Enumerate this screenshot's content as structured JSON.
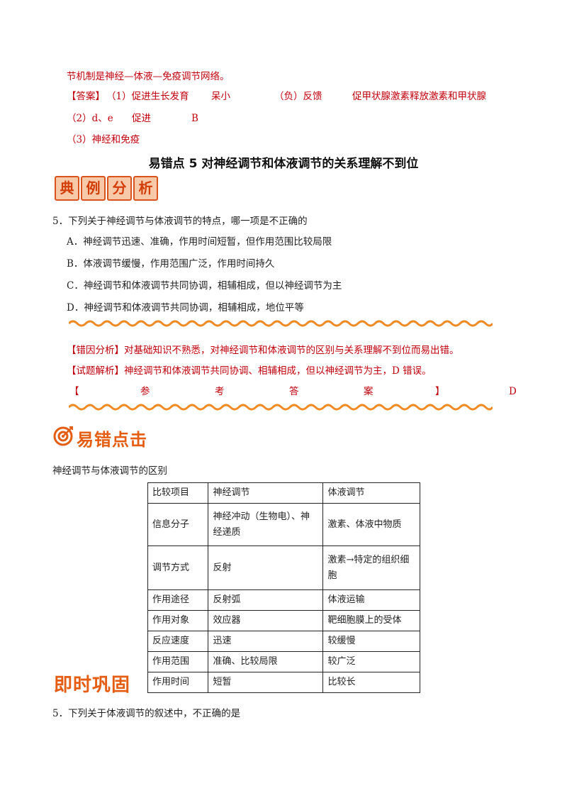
{
  "top": {
    "line1": "节机制是神经—体液—免疫调节网络。",
    "answer_label": "【答案】",
    "answer_1": "（1）促进生长发育",
    "answer_1b": "呆小",
    "answer_1c": "（负）反馈",
    "answer_1d": "促甲状腺激素释放激素和甲状腺",
    "answer_2": "（2）d、e",
    "answer_2b": "促进",
    "answer_2c": "B",
    "answer_3": "（3）神经和免疫"
  },
  "section_title": "易错点 5  对神经调节和体液调节的关系理解不到位",
  "stamps": [
    "典",
    "例",
    "分",
    "析"
  ],
  "question": {
    "stem": "5．下列关于神经调节与体液调节的特点，哪一项是不正确的",
    "options": [
      "A．神经调节迅速、准确，作用时间短暂，但作用范围比较局限",
      "B．体液调节缓慢，作用范围广泛，作用时间持久",
      "C．神经调节和体液调节共同协调，相辅相成，但以神经调节为主",
      "D．神经调节和体液调节共同协调，相辅相成，地位平等"
    ]
  },
  "analysis": {
    "error_cause": "【错因分析】对基础知识不熟悉，对神经调节和体液调节的区别与关系理解不到位而易出错。",
    "explanation": "【试题解析】神经调节和体液调节共同协调、相辅相成，但以神经调节为主，D 错误。",
    "ref_answer_chars": [
      "【",
      "参",
      "考",
      "答",
      "案",
      "】"
    ],
    "ref_answer_value": "D"
  },
  "tip_banner": "易错点击",
  "table_caption": "神经调节与体液调节的区别",
  "table": {
    "headers": [
      "比较项目",
      "神经调节",
      "体液调节"
    ],
    "rows": [
      [
        "信息分子",
        "神经冲动（生物电）、神经递质",
        "激素、体液中物质"
      ],
      [
        "调节方式",
        "反射",
        "激素→特定的组织细胞"
      ],
      [
        "作用途径",
        "反射弧",
        "体液运输"
      ],
      [
        "作用对象",
        "效应器",
        "靶细胞膜上的受体"
      ],
      [
        "反应速度",
        "迅速",
        "较缓慢"
      ],
      [
        "作用范围",
        "准确、比较局限",
        "较广泛"
      ],
      [
        "作用时间",
        "短暂",
        "比较长"
      ]
    ]
  },
  "practice_banner": "即时巩固",
  "practice_question": "5．下列关于体液调节的叙述中，不正确的是",
  "colors": {
    "accent_red": "#c0000c",
    "orange": "#e45d12"
  }
}
